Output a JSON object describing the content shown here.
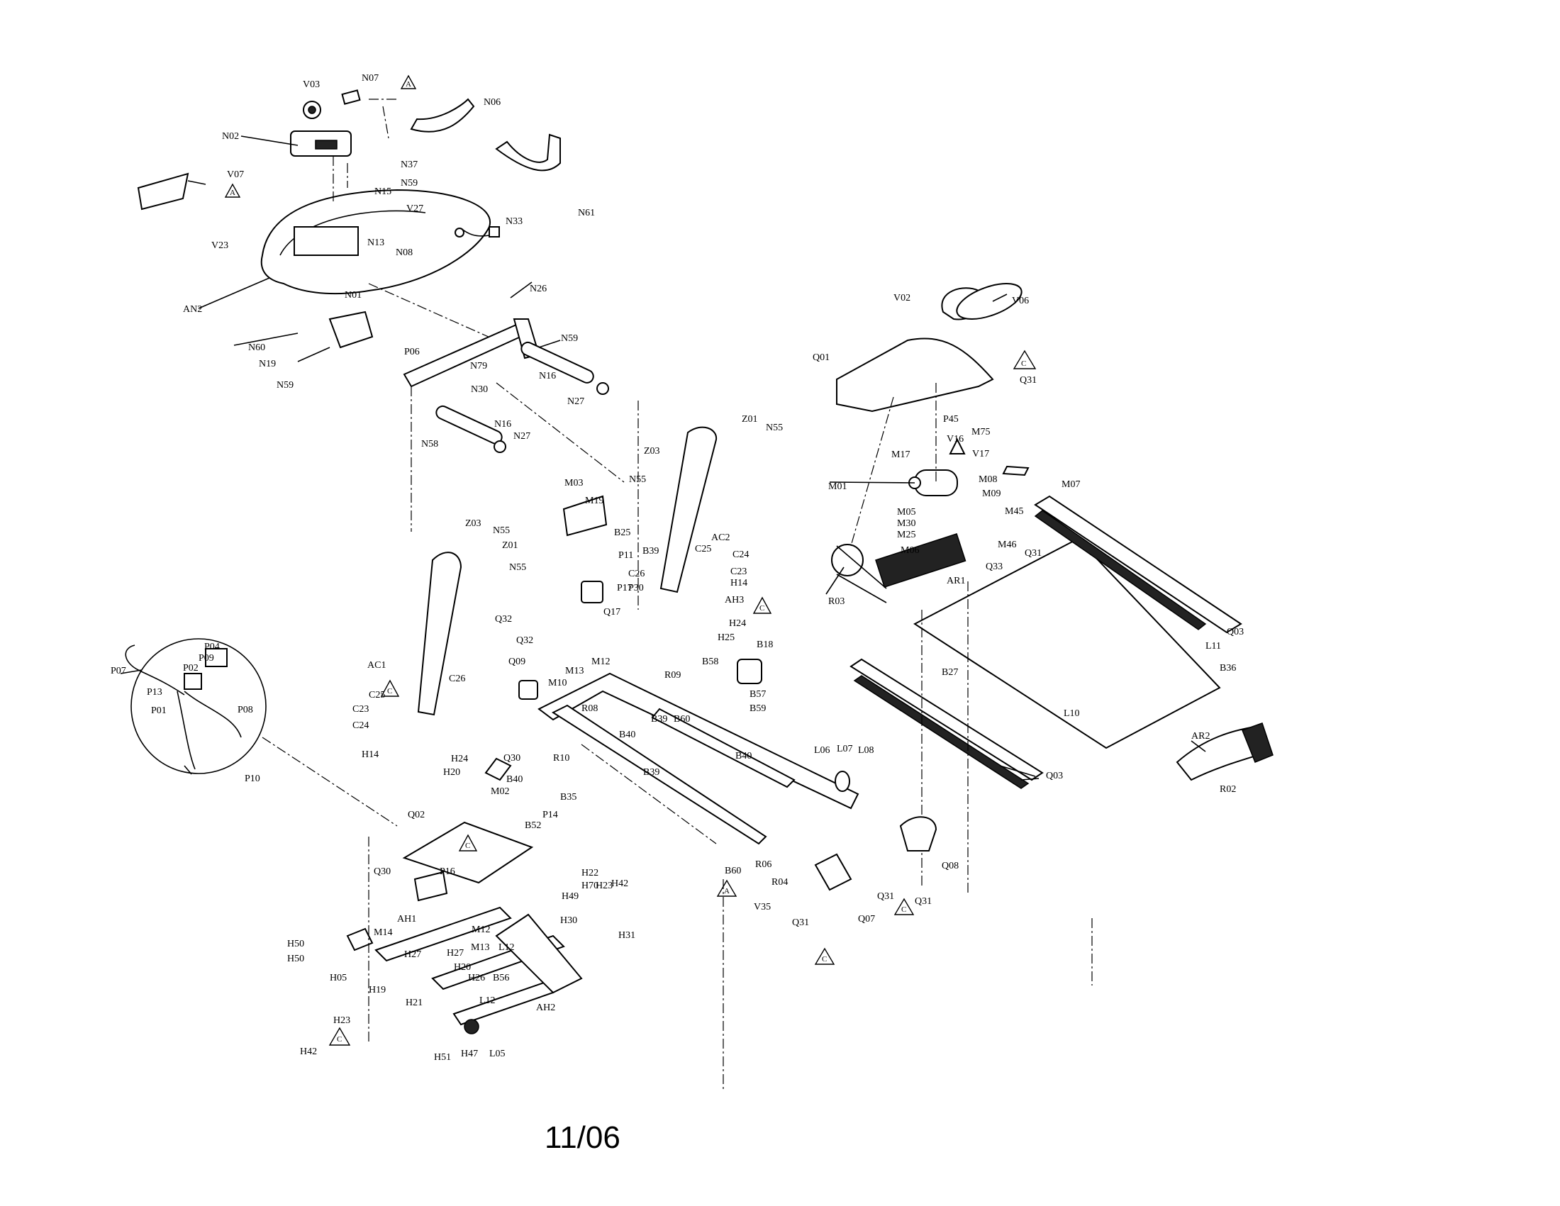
{
  "diagram": {
    "footer_code": "11/06",
    "part_labels": [
      "V03",
      "N07",
      "N06",
      "N02",
      "N37",
      "N59",
      "V07",
      "N15",
      "V27",
      "N61",
      "V23",
      "N33",
      "N13",
      "N08",
      "N01",
      "AN2",
      "N26",
      "N59",
      "N60",
      "N19",
      "P06",
      "N79",
      "N16",
      "N59",
      "N30",
      "N27",
      "N58",
      "N16",
      "N27",
      "Z01",
      "N55",
      "Z03",
      "N55",
      "V02",
      "V06",
      "Q01",
      "Q31",
      "P45",
      "M75",
      "M17",
      "V16",
      "V17",
      "M07",
      "M08",
      "M01",
      "M09",
      "M05",
      "M45",
      "M30",
      "M25",
      "M46",
      "Q31",
      "M06",
      "Q33",
      "AR1",
      "R03",
      "Q03",
      "L11",
      "B36",
      "B27",
      "L10",
      "AR2",
      "R02",
      "Q03",
      "M03",
      "M19",
      "B25",
      "P11",
      "B39",
      "C25",
      "C24",
      "C26",
      "C23",
      "H14",
      "P17",
      "P30",
      "AH3",
      "H24",
      "Q17",
      "H25",
      "B18",
      "Q32",
      "Q32",
      "M12",
      "M13",
      "Q09",
      "R09",
      "B58",
      "M10",
      "B57",
      "B59",
      "R08",
      "B39",
      "B60",
      "B40",
      "B40",
      "Z03",
      "N55",
      "Z01",
      "N55",
      "AC1",
      "C26",
      "C25",
      "C23",
      "C24",
      "H14",
      "H24",
      "H20",
      "Q30",
      "R10",
      "B39",
      "L06",
      "L07",
      "L08",
      "M02",
      "B40",
      "B35",
      "P14",
      "B52",
      "Q02",
      "P16",
      "B60",
      "R06",
      "R04",
      "Q08",
      "Q30",
      "H22",
      "H70",
      "H23",
      "H42",
      "H49",
      "H30",
      "H31",
      "Q31",
      "Q31",
      "V35",
      "Q31",
      "Q07",
      "AH1",
      "M14",
      "M12",
      "H50",
      "H50",
      "M13",
      "H27",
      "L12",
      "H27",
      "H05",
      "H20",
      "H26",
      "B56",
      "H19",
      "H21",
      "L12",
      "AH2",
      "H23",
      "H42",
      "H51",
      "H47",
      "L05",
      "P04",
      "P07",
      "P09",
      "P02",
      "P13",
      "P01",
      "P08",
      "P10",
      "AC2"
    ]
  }
}
